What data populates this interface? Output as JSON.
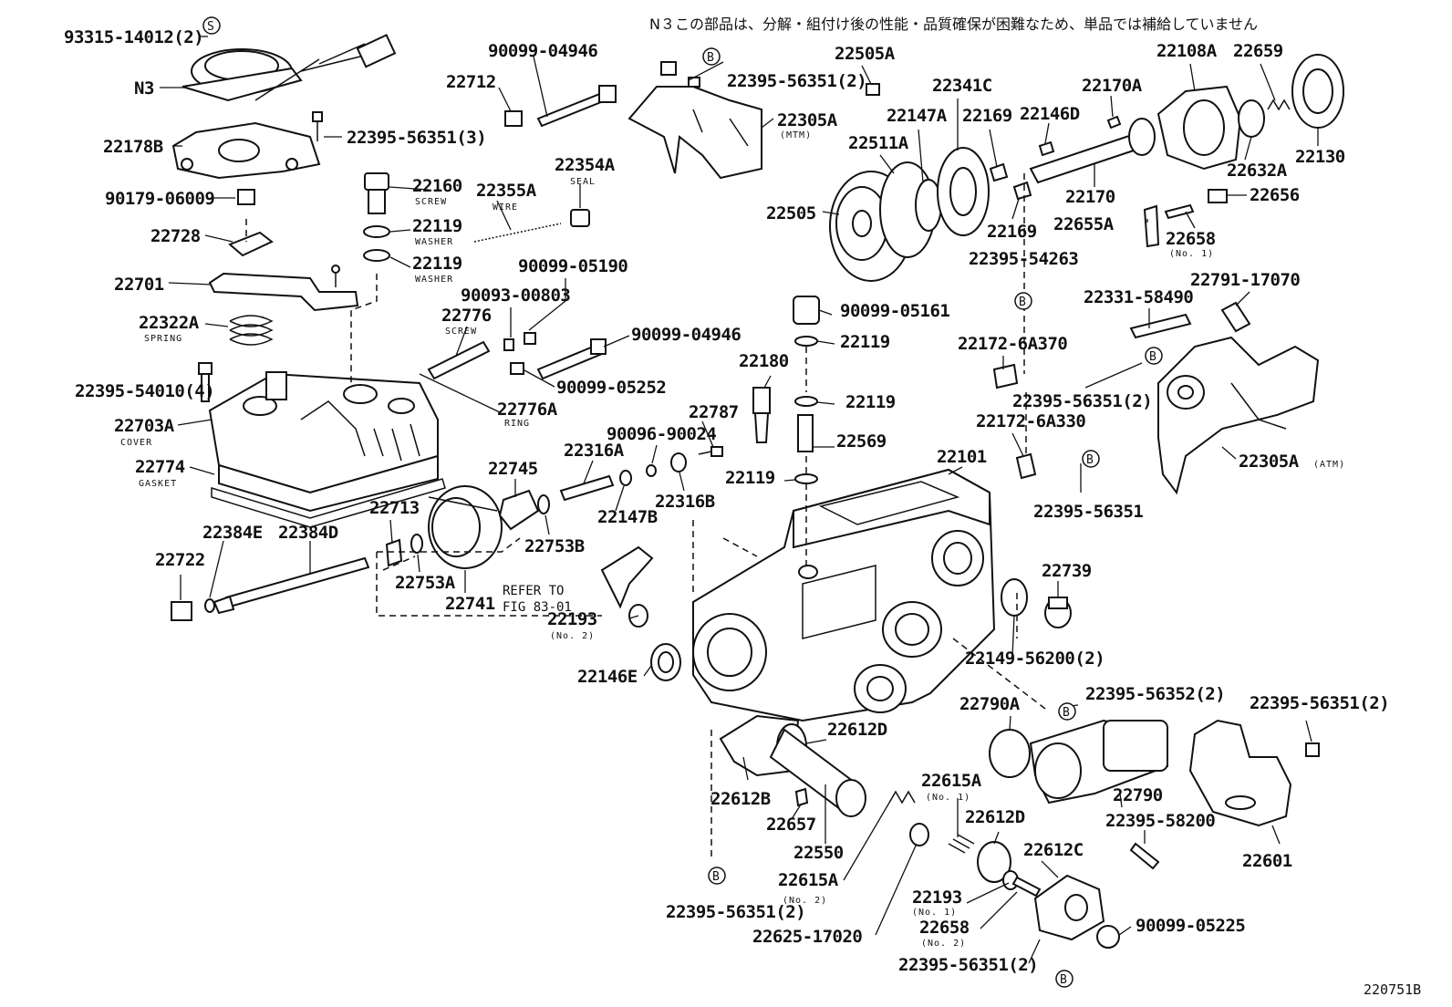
{
  "note_text": "N３この部品は、分解・組付け後の性能・品質確保が困難なため、単品では補給していません",
  "figure_id": "220751B",
  "ref_text_line1": "REFER TO",
  "ref_text_line2": "FIG 83-01",
  "mark_b": "B",
  "mark_s": "S",
  "labels": {
    "p93315": "93315-14012(2)",
    "n3": "N3",
    "p22178B": "22178B",
    "p22395_56351_3": "22395-56351(3)",
    "p90179": "90179-06009",
    "p22728": "22728",
    "p22701": "22701",
    "p22322A": "22322A",
    "p22395_54010": "22395-54010(4)",
    "p22703A": "22703A",
    "p22774": "22774",
    "p22722": "22722",
    "p22384E": "22384E",
    "p22384D": "22384D",
    "p22713": "22713",
    "p22753A": "22753A",
    "p22741": "22741",
    "p22712": "22712",
    "p90099_04946a": "90099-04946",
    "p22160": "22160",
    "p22119a": "22119",
    "p22119b": "22119",
    "p22355A": "22355A",
    "p22354A": "22354A",
    "p90099_05190": "90099-05190",
    "p90093_00803": "90093-00803",
    "p22776": "22776",
    "p90099_04946b": "90099-04946",
    "p90099_05252": "90099-05252",
    "p22776A": "22776A",
    "p22745": "22745",
    "p22316A": "22316A",
    "p90096_90024": "90096-90024",
    "p22787": "22787",
    "p22147B": "22147B",
    "p22316B": "22316B",
    "p22753B": "22753B",
    "p22193a": "22193",
    "p22146E": "22146E",
    "p22395_56351_2a": "22395-56351(2)",
    "p22505A": "22505A",
    "p22305A_mtm": "22305A",
    "p22341C": "22341C",
    "p22147A": "22147A",
    "p22169a": "22169",
    "p22146D": "22146D",
    "p22511A": "22511A",
    "p22505": "22505",
    "p22169b": "22169",
    "p22170A": "22170A",
    "p22108A": "22108A",
    "p22659": "22659",
    "p22130": "22130",
    "p22632A": "22632A",
    "p22170": "22170",
    "p22656": "22656",
    "p22655A": "22655A",
    "p22658a": "22658",
    "p22395_54263": "22395-54263",
    "p22791": "22791-17070",
    "p22331": "22331-58490",
    "p22172_6A370": "22172-6A370",
    "p22395_56351_2b": "22395-56351(2)",
    "p22172_6A330": "22172-6A330",
    "p22305A_atm": "22305A",
    "p22395_56351": "22395-56351",
    "p90099_05161": "90099-05161",
    "p22119c": "22119",
    "p22180": "22180",
    "p22119d": "22119",
    "p22569": "22569",
    "p22119e": "22119",
    "p22101": "22101",
    "p22739": "22739",
    "p22149": "22149-56200(2)",
    "p22395_56352": "22395-56352(2)",
    "p22790A": "22790A",
    "p22395_56351_2c": "22395-56351(2)",
    "p22612D": "22612D",
    "p22612B": "22612B",
    "p22657": "22657",
    "p22550": "22550",
    "p22615Aa": "22615A",
    "p22612Db": "22612D",
    "p22612C": "22612C",
    "p22615Ab": "22615A",
    "p22193b": "22193",
    "p22658b": "22658",
    "p22625": "22625-17020",
    "p22395_56351_2d": "22395-56351(2)",
    "p22395_56351_2e": "22395-56351(2)",
    "p90099_05225": "90099-05225",
    "p22790": "22790",
    "p22395_58200": "22395-58200",
    "p22601": "22601"
  },
  "sublabels": {
    "screw1": "SCREW",
    "washer1": "WASHER",
    "washer2": "WASHER",
    "wire": "WIRE",
    "seal": "SEAL",
    "screw2": "SCREW",
    "ring": "RING",
    "spring": "SPRING",
    "cover": "COVER",
    "gasket": "GASKET",
    "mtm": "(MTM)",
    "atm": "(ATM)",
    "no1a": "(No. 1)",
    "no2a": "(No. 2)",
    "no1b": "(No. 1)",
    "no2b": "(No. 2)",
    "no1c": "(No. 1)",
    "no2c": "(No. 2)"
  }
}
